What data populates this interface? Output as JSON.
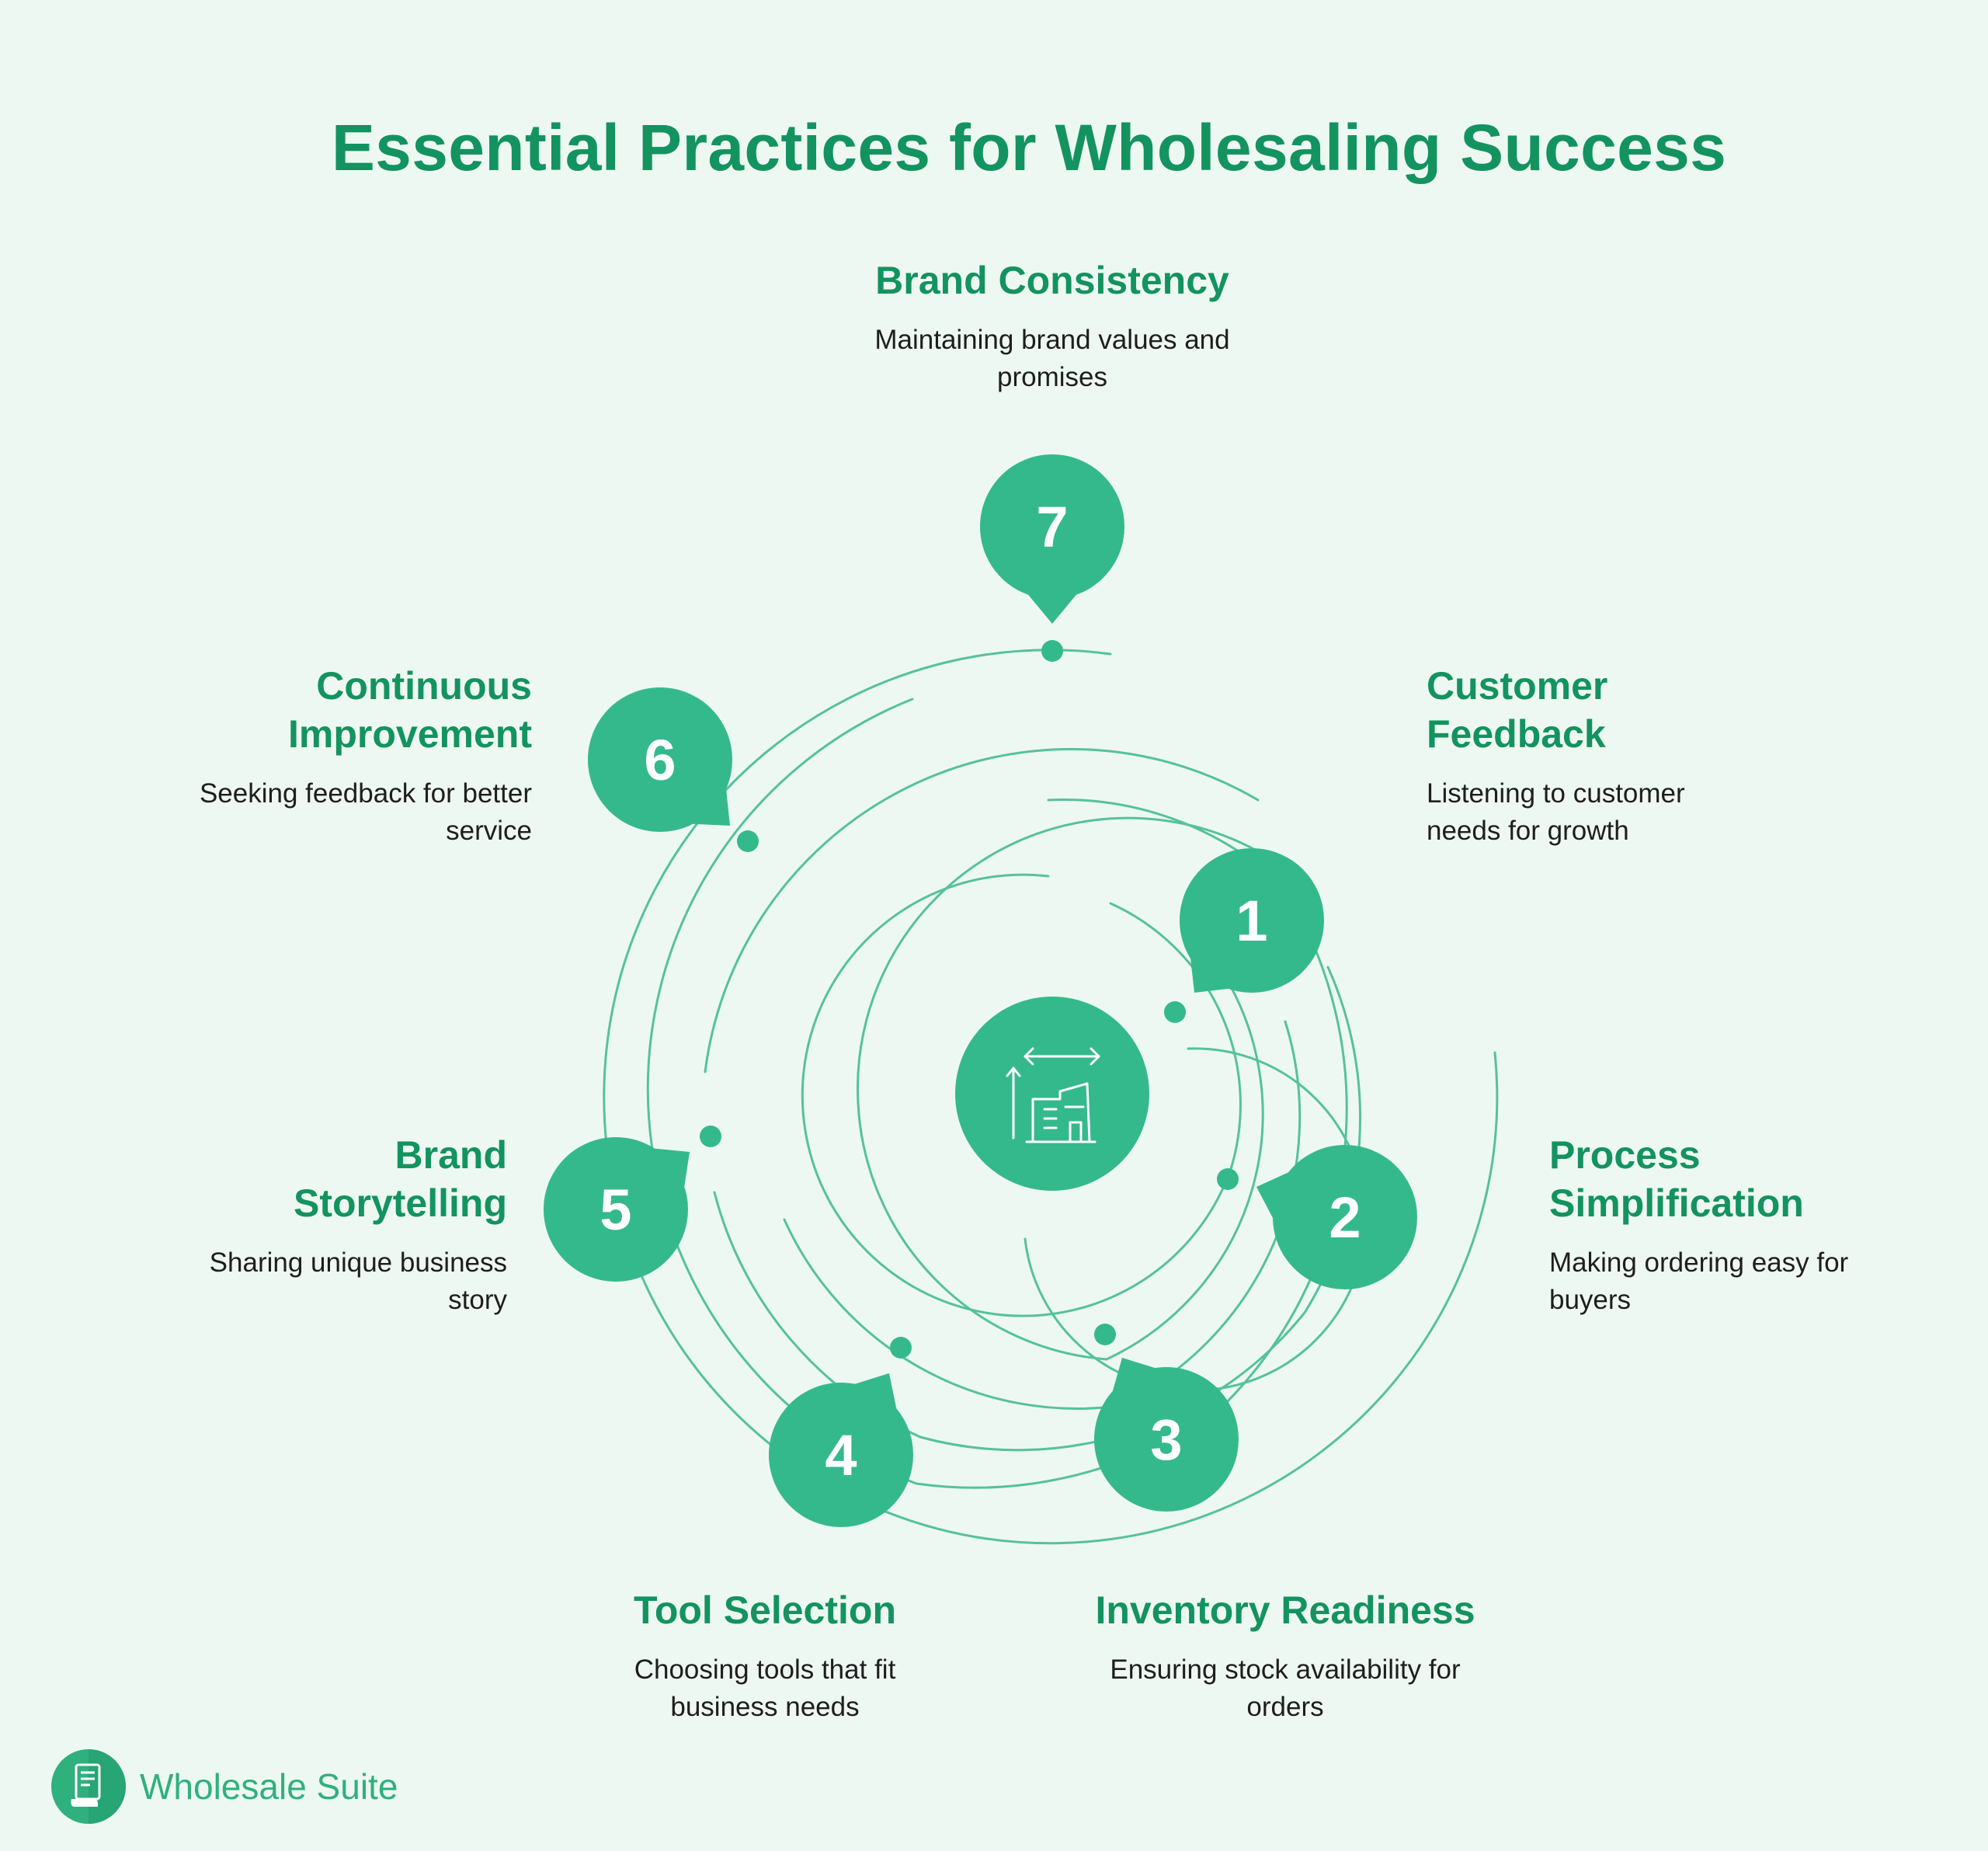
{
  "title": "Essential Practices for Wholesaling Success",
  "colors": {
    "accent": "#34b98d",
    "heading": "#13935f",
    "background": "#eef8f2",
    "line": "#55c29a"
  },
  "center_icon": "warehouse-dimensions-icon",
  "steps": [
    {
      "number": "1",
      "heading": "Customer Feedback",
      "description": "Listening to customer needs for growth"
    },
    {
      "number": "2",
      "heading": "Process Simplification",
      "description": "Making ordering easy for buyers"
    },
    {
      "number": "3",
      "heading": "Inventory Readiness",
      "description": "Ensuring stock availability for orders"
    },
    {
      "number": "4",
      "heading": "Tool Selection",
      "description": "Choosing tools that fit business needs"
    },
    {
      "number": "5",
      "heading": "Brand Storytelling",
      "description": "Sharing unique business story"
    },
    {
      "number": "6",
      "heading": "Continuous Improvement",
      "description": "Seeking feedback for better service"
    },
    {
      "number": "7",
      "heading": "Brand Consistency",
      "description": "Maintaining brand values and promises"
    }
  ],
  "logo": {
    "text": "Wholesale Suite",
    "icon": "document-scroll-icon"
  }
}
